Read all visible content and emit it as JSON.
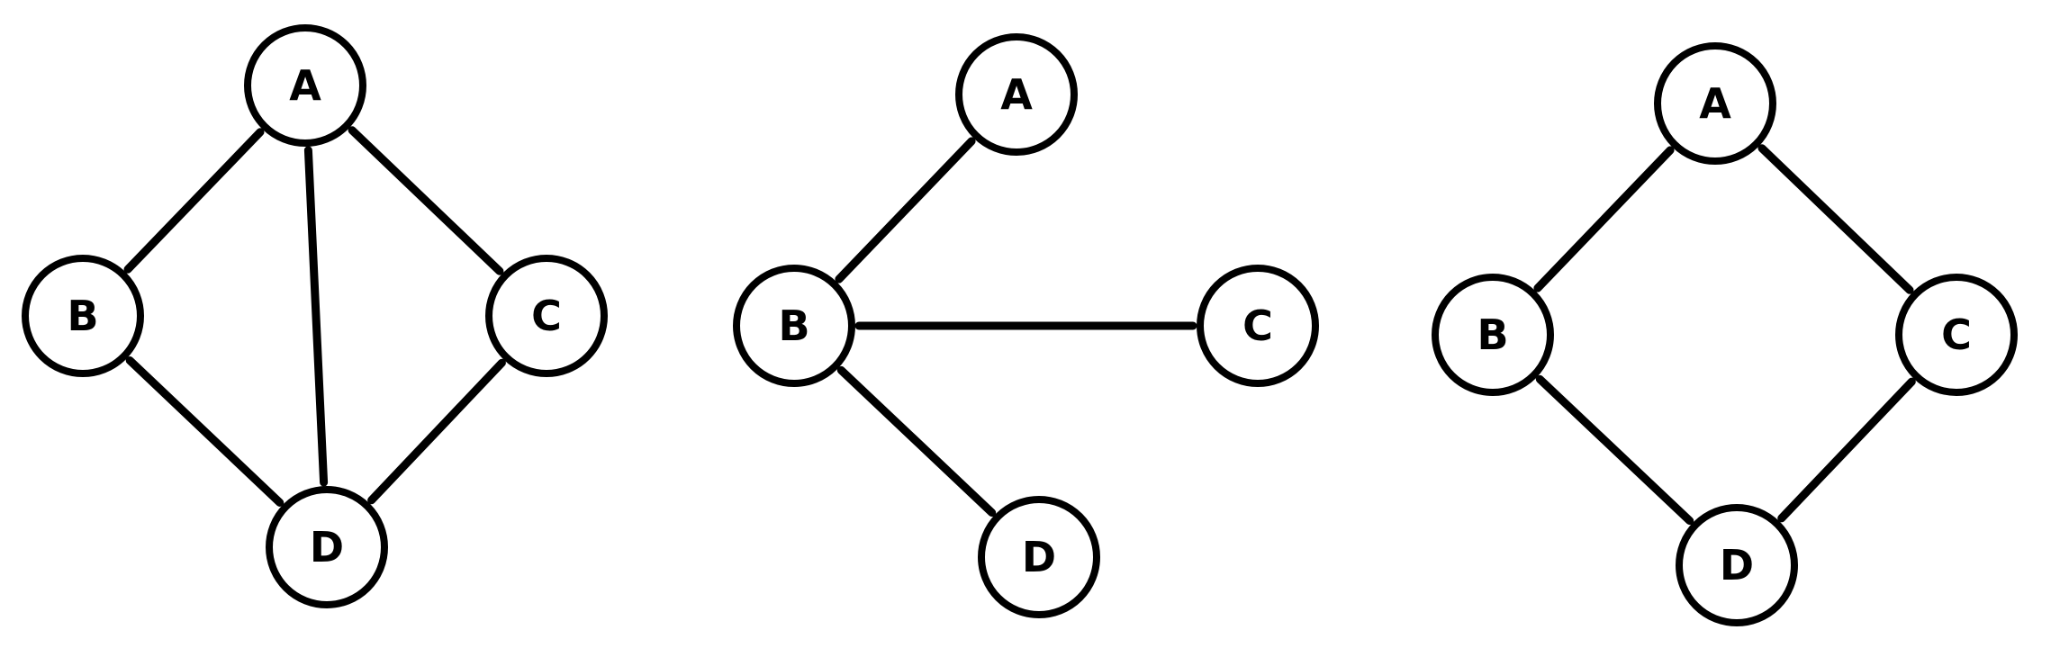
{
  "graphs": [
    {
      "nodes": [
        {
          "id": "A",
          "label": "A"
        },
        {
          "id": "B",
          "label": "B"
        },
        {
          "id": "C",
          "label": "C"
        },
        {
          "id": "D",
          "label": "D"
        }
      ],
      "edges": [
        [
          "A",
          "B"
        ],
        [
          "A",
          "C"
        ],
        [
          "A",
          "D"
        ],
        [
          "B",
          "D"
        ],
        [
          "C",
          "D"
        ]
      ]
    },
    {
      "nodes": [
        {
          "id": "A",
          "label": "A"
        },
        {
          "id": "B",
          "label": "B"
        },
        {
          "id": "C",
          "label": "C"
        },
        {
          "id": "D",
          "label": "D"
        }
      ],
      "edges": [
        [
          "A",
          "B"
        ],
        [
          "B",
          "C"
        ],
        [
          "B",
          "D"
        ]
      ]
    },
    {
      "nodes": [
        {
          "id": "A",
          "label": "A"
        },
        {
          "id": "B",
          "label": "B"
        },
        {
          "id": "C",
          "label": "C"
        },
        {
          "id": "D",
          "label": "D"
        }
      ],
      "edges": [
        [
          "A",
          "B"
        ],
        [
          "A",
          "C"
        ],
        [
          "B",
          "D"
        ],
        [
          "C",
          "D"
        ]
      ]
    }
  ]
}
